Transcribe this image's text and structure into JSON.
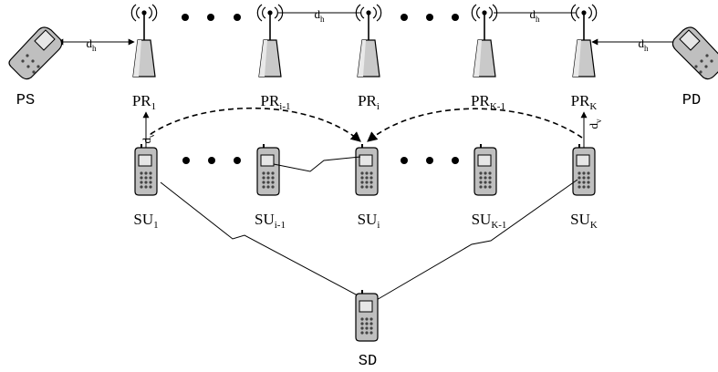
{
  "diagram": {
    "source": "PS",
    "destination_primary": "PD",
    "destination_secondary": "SD",
    "dist_h": {
      "base": "d",
      "sub": "h"
    },
    "dist_v": {
      "base": "d",
      "sub": "v"
    },
    "primary_relays": [
      {
        "base": "PR",
        "sub": "1"
      },
      {
        "base": "PR",
        "sub": "i-1"
      },
      {
        "base": "PR",
        "sub": "i"
      },
      {
        "base": "PR",
        "sub": "K-1"
      },
      {
        "base": "PR",
        "sub": "K"
      }
    ],
    "secondary_users": [
      {
        "base": "SU",
        "sub": "1"
      },
      {
        "base": "SU",
        "sub": "i-1"
      },
      {
        "base": "SU",
        "sub": "i"
      },
      {
        "base": "SU",
        "sub": "K-1"
      },
      {
        "base": "SU",
        "sub": "K"
      }
    ]
  },
  "colors": {
    "stroke": "#000000",
    "device_fill": "#bfbfbf",
    "device_dark": "#8c8c8c"
  }
}
